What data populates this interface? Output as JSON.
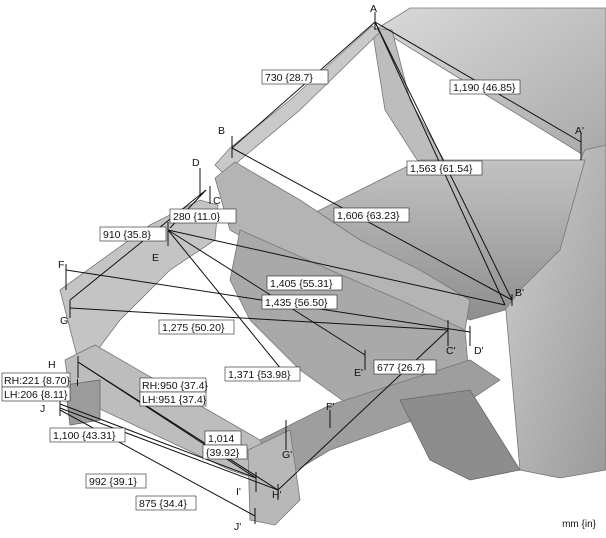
{
  "points": {
    "A": "A",
    "A2": "A'",
    "B": "B",
    "B2": "B'",
    "C": "C",
    "C2": "C'",
    "D": "D",
    "D2": "D'",
    "E": "E",
    "E2": "E'",
    "F": "F",
    "F2": "F'",
    "G": "G",
    "G2": "G'",
    "H": "H",
    "H2": "H'",
    "I": "I",
    "I2": "I'",
    "J": "J",
    "J2": "J'"
  },
  "dimensions": {
    "a_upper_left": "730 {28.7}",
    "a_a2": "1,190 {46.85}",
    "a_b2": "1,563 {61.54}",
    "b_b2": "1,606 {63.23}",
    "c_d": "280 {11.0}",
    "d_g": "910 {35.8}",
    "e_b2": "1,405 {55.31}",
    "f_d2": "1,435 {56.50}",
    "g_c2": "1,275 {50.20}",
    "e_f2": "1,371 {53.98}",
    "e2_h2": "677 {26.7}",
    "h_rh": "RH:221 {8.70}",
    "h_lh": "LH:206 {8.11}",
    "i_rh": "RH:950 {37.4}",
    "i_lh": "LH:951 {37.4}",
    "j_i2": "1,100 {43.31}",
    "h_i2_a": "1,014",
    "h_i2_b": "{39.92}",
    "j_h2": "992 {39.1}",
    "j_j2": "875 {34.4}"
  },
  "units": "mm {in}"
}
